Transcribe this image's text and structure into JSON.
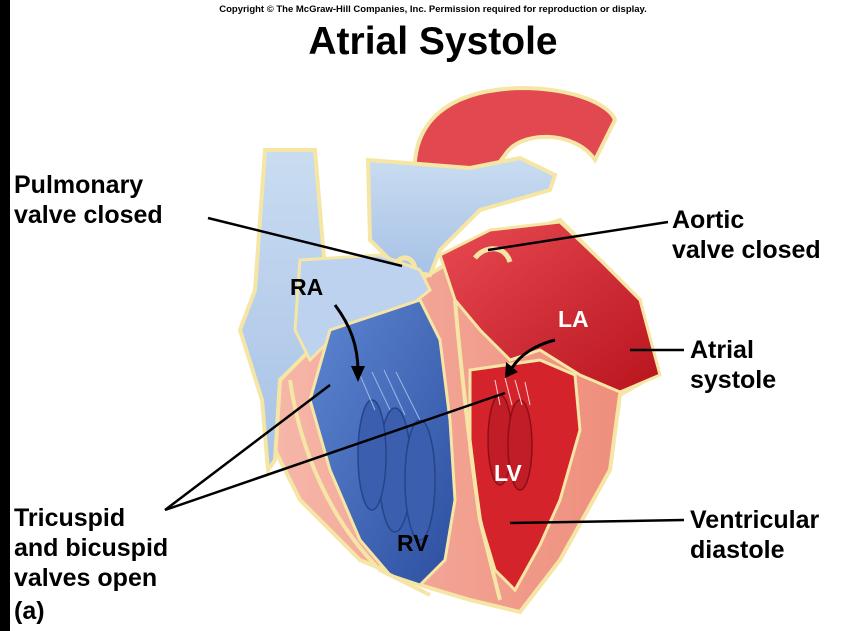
{
  "copyright": "Copyright © The McGraw-Hill Companies, Inc. Permission required for reproduction or display.",
  "title": "Atrial Systole",
  "labels": {
    "pulmonary_valve": "Pulmonary\nvalve closed",
    "aortic_valve": "Aortic\nvalve closed",
    "atrial_systole": "Atrial\nsystole",
    "av_valves": "Tricuspid\nand bicuspid\nvalves open",
    "ventricular_diastole": "Ventricular\ndiastole",
    "panel_letter": "(a)"
  },
  "chambers": {
    "ra": "RA",
    "la": "LA",
    "rv": "RV",
    "lv": "LV"
  },
  "colors": {
    "deoxygenated": "#3f6fc0",
    "deoxygenated_light": "#cfe0f2",
    "oxygenated": "#d8282e",
    "oxygenated_light": "#f07b7f",
    "myocardium": "#f3a38f",
    "outline": "#f6e6a6"
  }
}
